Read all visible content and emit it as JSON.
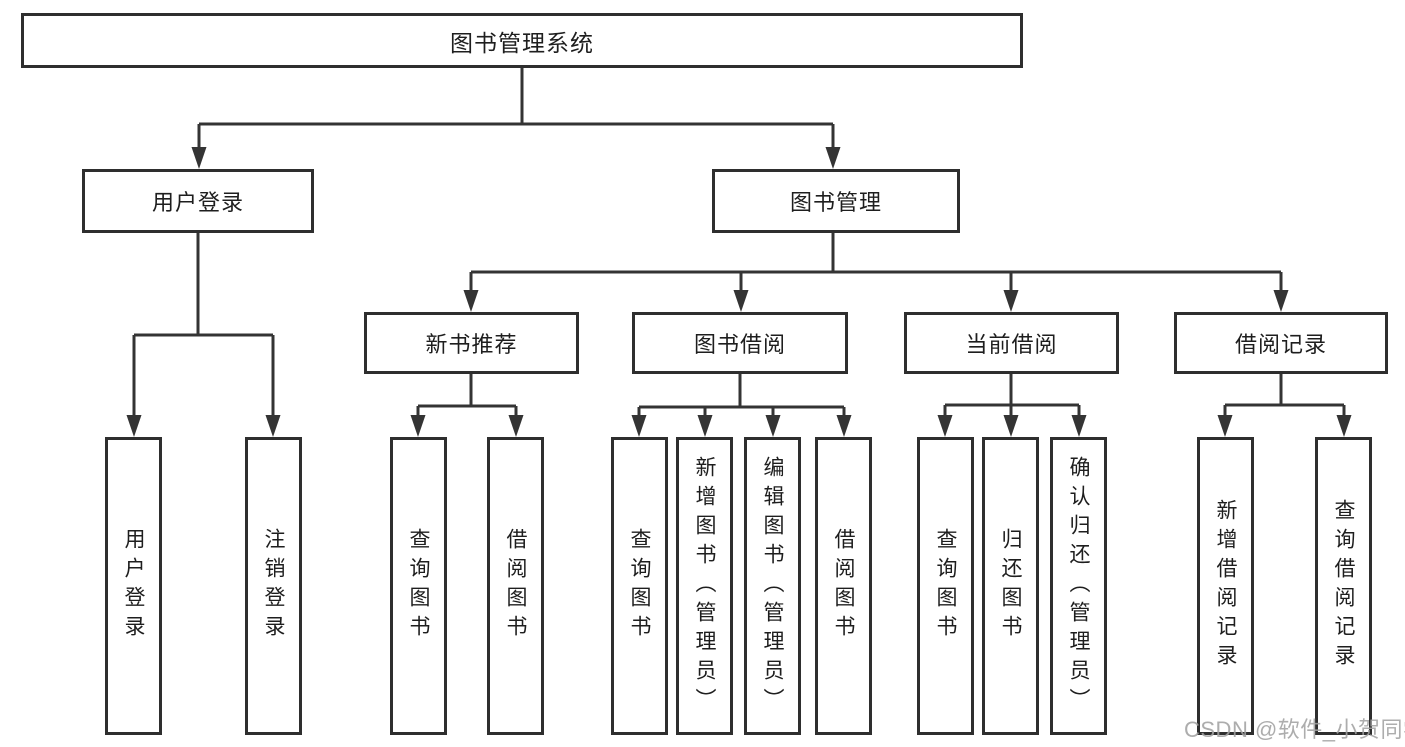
{
  "diagram": {
    "title": "图书管理系统",
    "level2": [
      {
        "label": "用户登录",
        "children": [
          {
            "label": "用户登录"
          },
          {
            "label": "注销登录"
          }
        ]
      },
      {
        "label": "图书管理",
        "children": [
          {
            "label": "新书推荐",
            "children": [
              {
                "label": "查询图书"
              },
              {
                "label": "借阅图书"
              }
            ]
          },
          {
            "label": "图书借阅",
            "children": [
              {
                "label": "查询图书"
              },
              {
                "label": "新增图书（管理员）"
              },
              {
                "label": "编辑图书（管理员）"
              },
              {
                "label": "借阅图书"
              }
            ]
          },
          {
            "label": "当前借阅",
            "children": [
              {
                "label": "查询图书"
              },
              {
                "label": "归还图书"
              },
              {
                "label": "确认归还（管理员）"
              }
            ]
          },
          {
            "label": "借阅记录",
            "children": [
              {
                "label": "新增借阅记录"
              },
              {
                "label": "查询借阅记录"
              }
            ]
          }
        ]
      }
    ]
  },
  "watermark": {
    "text": "CSDN @软件_小贺同学",
    "color": "#a2a2a2"
  },
  "colors": {
    "background": "#ffffff",
    "line": "#343434",
    "box_border": "#2e2e2e",
    "text": "#1e1e1e"
  }
}
